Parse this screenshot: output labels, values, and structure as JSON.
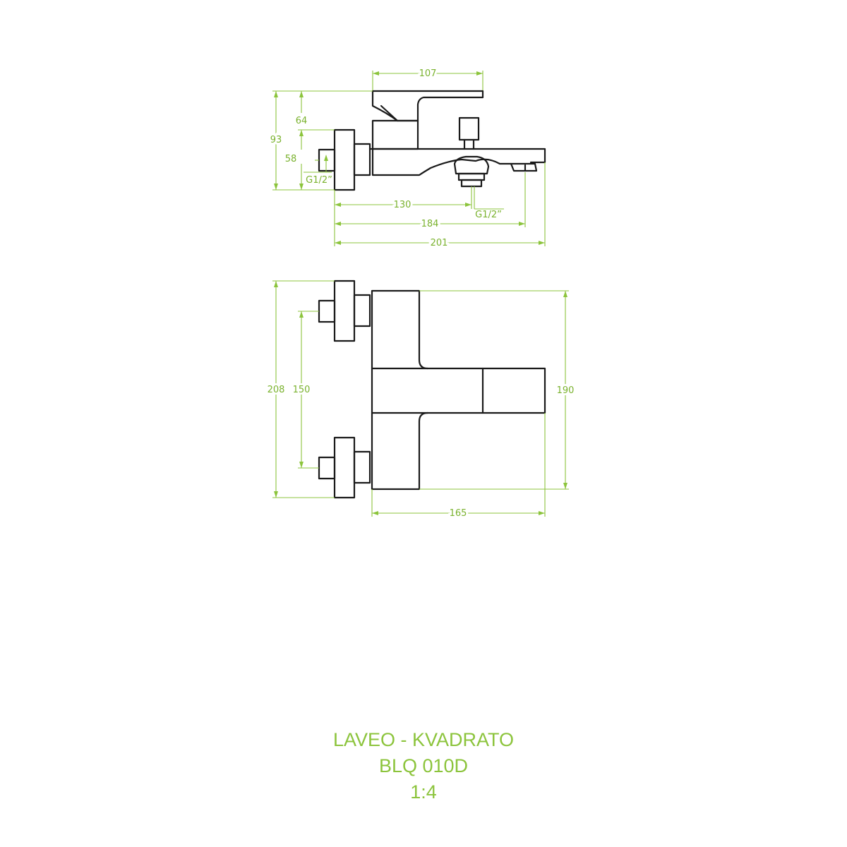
{
  "side_view": {
    "dimensions": {
      "width_top": "107",
      "height_total": "93",
      "height_lever": "64",
      "height_inlet": "58",
      "thread_inlet": "G1/2”",
      "length_to_outlet": "130",
      "thread_outlet": "G1/2”",
      "length_to_spout": "184",
      "length_total": "201"
    }
  },
  "top_view": {
    "dimensions": {
      "height_total": "208",
      "inlet_spacing": "150",
      "body_height": "190",
      "body_width": "165"
    }
  },
  "title_block": {
    "brand_series": "LAVEO - KVADRATO",
    "model": "BLQ 010D",
    "scale": "1:4"
  },
  "colors": {
    "dimension": "#8cc43c",
    "outline": "#1a1a1a"
  }
}
